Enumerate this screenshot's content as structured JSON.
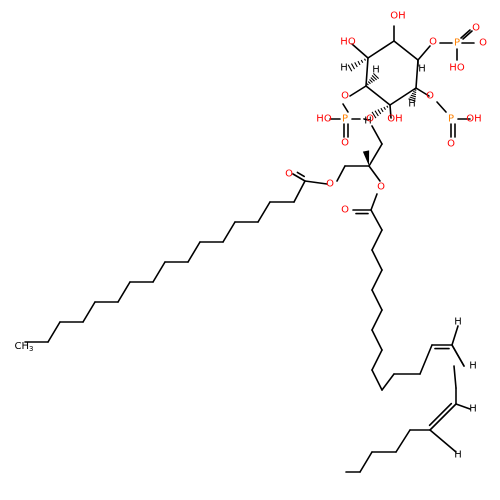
{
  "colors": {
    "bond": "#000000",
    "oxygen": "#ff0000",
    "phosphorus": "#ff8000",
    "hydrogen": "#000000",
    "carbon": "#000000"
  },
  "labels": {
    "hydroxyl": "OH",
    "hydroxyl_left": "HO",
    "oxygen": "O",
    "phosphorus": "P",
    "hydrogen": "H",
    "methyl": "CH3"
  }
}
